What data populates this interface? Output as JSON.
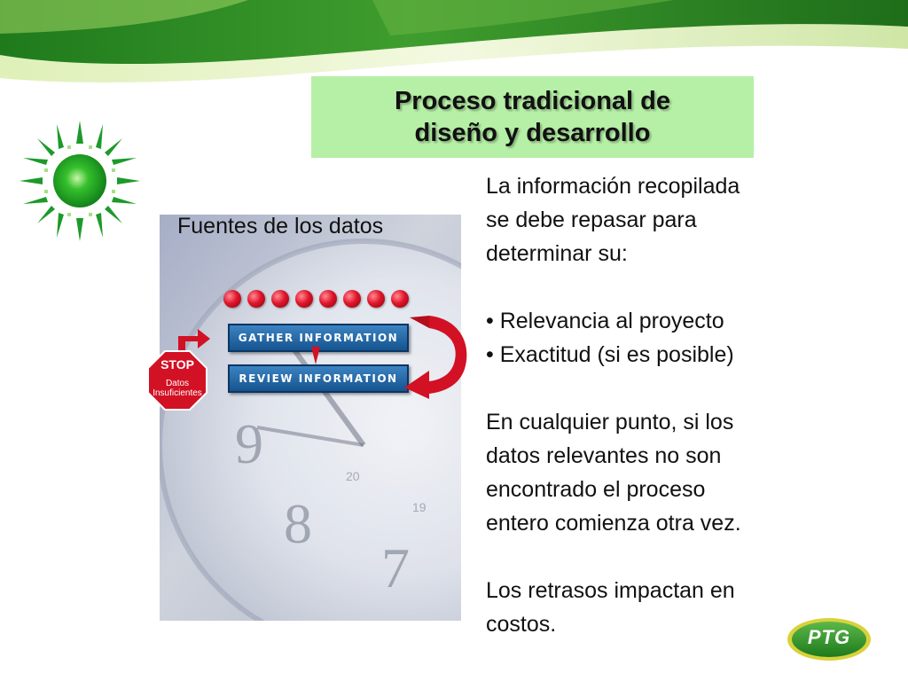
{
  "slide": {
    "title_line1": "Proceso tradicional de",
    "title_line2": "diseño y desarrollo",
    "sources_label": "Fuentes de los datos",
    "steps": {
      "gather": "GATHER INFORMATION",
      "review": "REVIEW INFORMATION"
    },
    "stop_sign": {
      "title": "STOP",
      "line1": "Datos",
      "line2": "Insuficientes"
    },
    "body": {
      "intro_line1": "La información recopilada",
      "intro_line2": "se debe repasar para",
      "intro_line3": "determinar su:",
      "bullet1": "• Relevancia al proyecto",
      "bullet2": "• Exactitud (si es posible)",
      "para2_line1": "En cualquier punto, si los",
      "para2_line2": "datos relevantes no son",
      "para2_line3": "encontrado el proceso",
      "para2_line4": "entero comienza otra vez.",
      "para3_line1": "Los retrasos impactan en",
      "para3_line2": "costos."
    },
    "logo_text": "PTG"
  },
  "icons": {
    "sun": "sun-logo-icon",
    "stop": "stop-sign-icon",
    "loop": "loop-arrow-icon",
    "side": "side-arrow-icon",
    "clock": "clock-icon"
  },
  "colors": {
    "banner_green": "#2f8f2a",
    "title_box": "#b6f0a6",
    "step_blue": "#1f66a8",
    "stop_red": "#d21124",
    "dot_red": "#e0162a"
  }
}
